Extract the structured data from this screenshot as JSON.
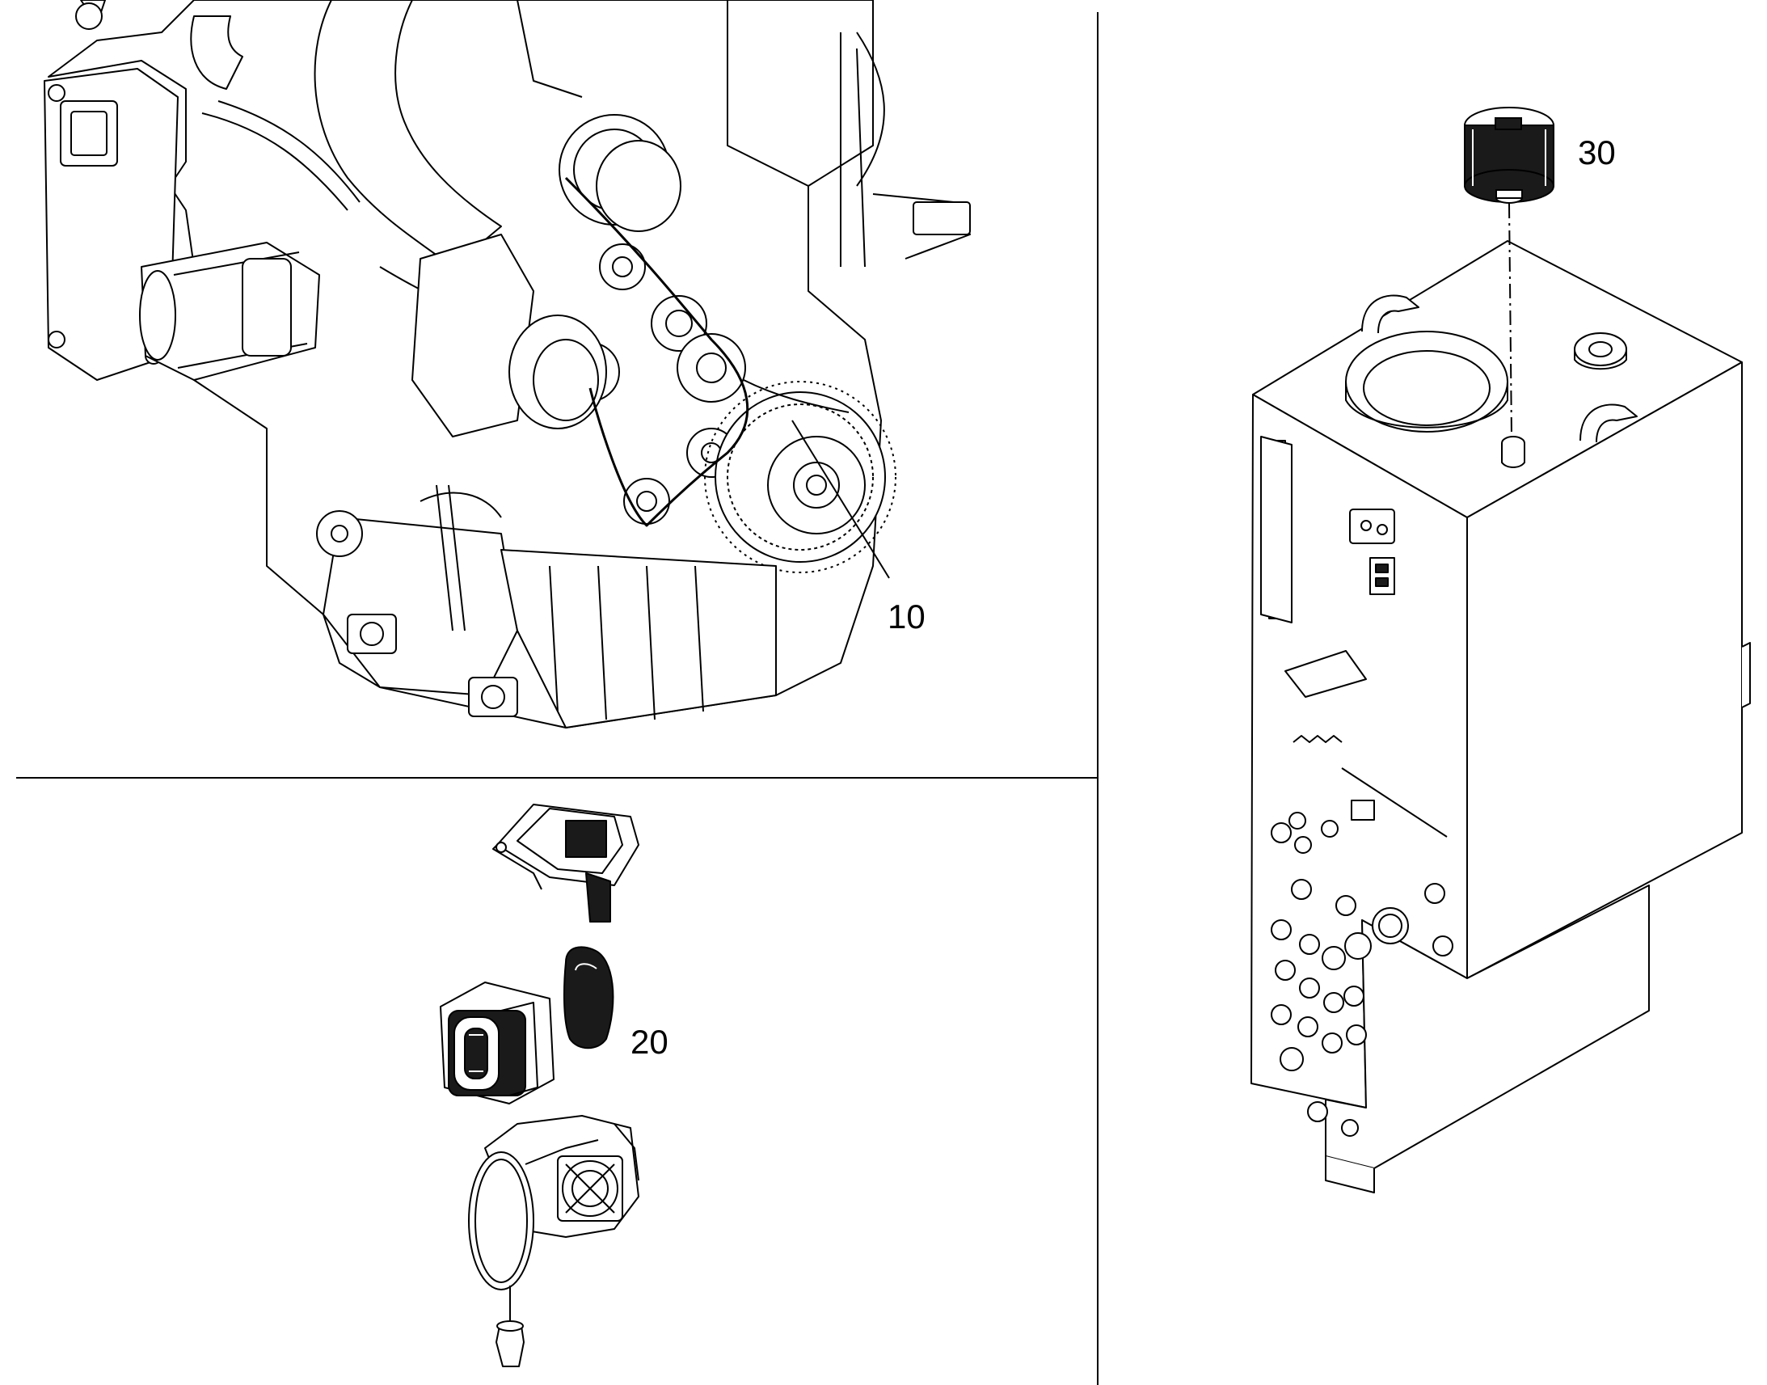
{
  "callouts": {
    "engine_belt": "10",
    "air_filter": "20",
    "tank_cap": "30"
  },
  "icons": [
    "engine-illustration",
    "air-filter-assembly",
    "tank-illustration",
    "filler-cap"
  ],
  "colors": {
    "line": "#000000",
    "background": "#ffffff",
    "fill_dark": "#1a1a1a"
  }
}
